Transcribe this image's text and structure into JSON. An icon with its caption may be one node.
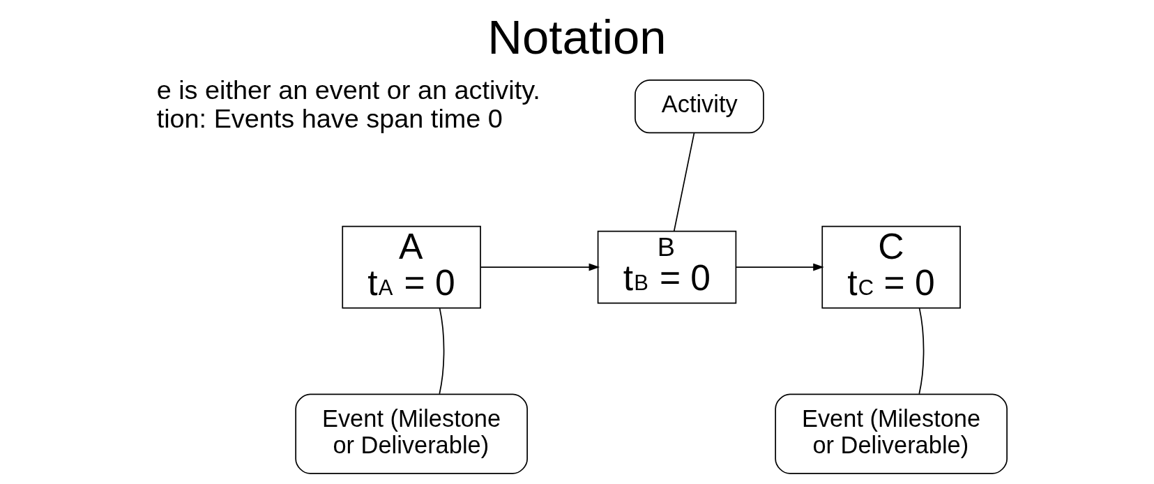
{
  "diagram": {
    "title": "Notation",
    "nodes": [
      {
        "text": [
          "Activity"
        ]
      },
      {
        "text": [
          "A",
          "t$_{A}$ = 0"
        ]
      },
      {
        "text": [
          "B",
          "t$_{B}$ = 0"
        ]
      },
      {
        "text": [
          "C",
          "t$_{C}$ = 0"
        ]
      },
      {
        "text": [
          "Event (Milestone or Deliverable)"
        ]
      },
      {
        "text": [
          "Event (Milestone or Deliverable)"
        ]
      }
    ],
    "edges": [
      {
        "from": 1,
        "to": 2,
        "arrow": "to"
      },
      {
        "from": 2,
        "to": 3,
        "arrow": "to"
      },
      {
        "from": 0,
        "to": 2,
        "arrow": "none"
      },
      {
        "from": 4,
        "to": 1,
        "arrow": "none"
      },
      {
        "from": 5,
        "to": 3,
        "arrow": "none"
      }
    ],
    "labels": [
      "e is either an event or an activity.",
      "tion: Events have span time 0"
    ]
  }
}
